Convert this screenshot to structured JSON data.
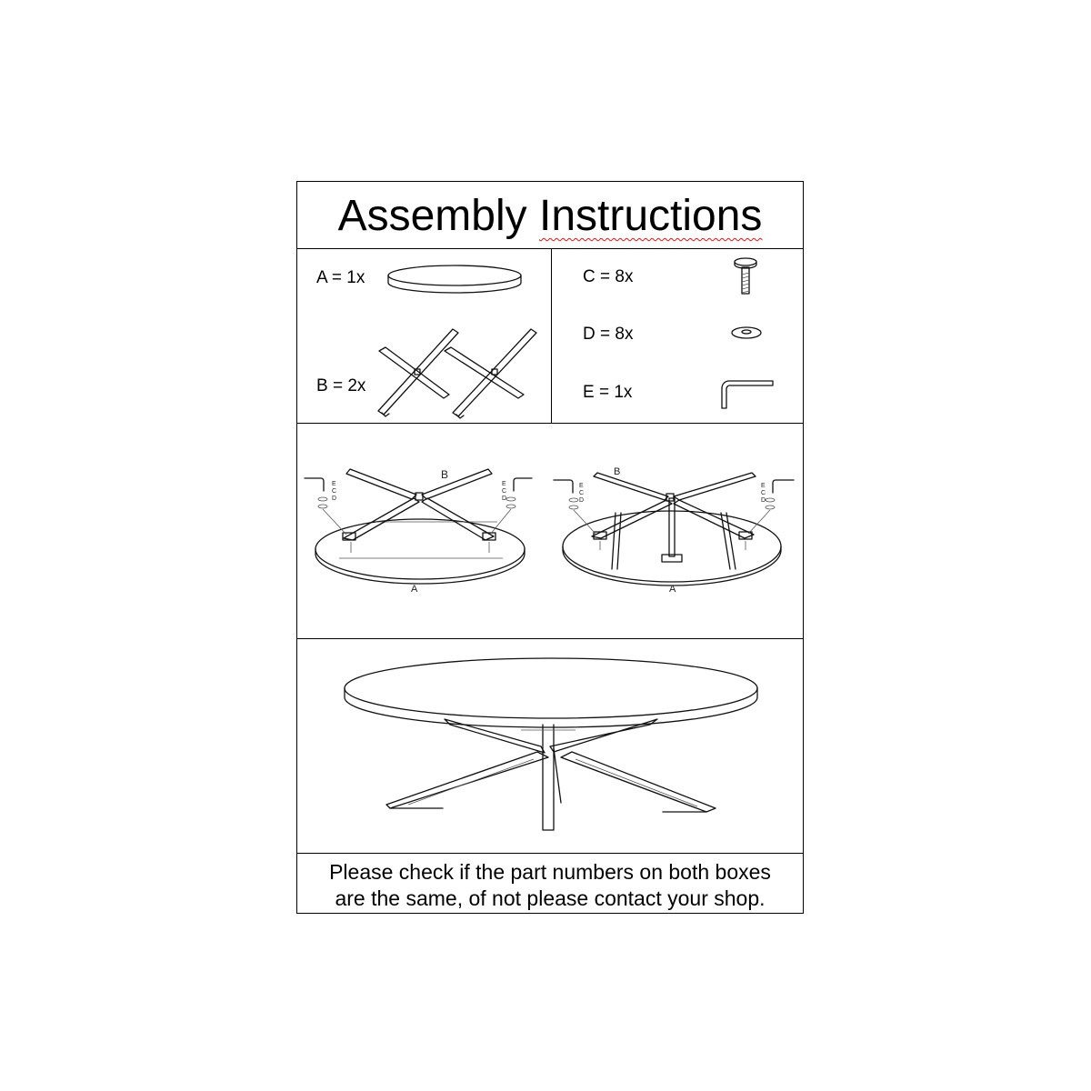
{
  "document": {
    "title_word1": "Assembly",
    "title_word2": "Instructions"
  },
  "parts": {
    "a": "A = 1x",
    "b": "B = 2x",
    "c": "C = 8x",
    "d": "D = 8x",
    "e": "E = 1x"
  },
  "diagram_labels": {
    "b": "B",
    "a": "A",
    "e": "E",
    "c": "C",
    "d": "D"
  },
  "note": {
    "line1": "Please check if the part numbers on both boxes",
    "line2": "are the same, of not please contact your shop."
  }
}
